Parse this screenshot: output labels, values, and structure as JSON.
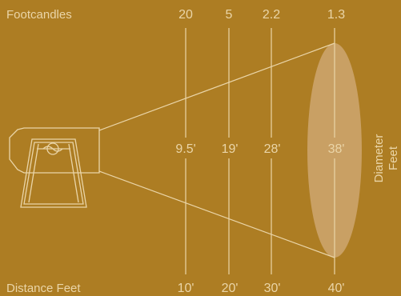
{
  "labels": {
    "footcandles": "Footcandles",
    "distance": "Distance Feet",
    "diameter_line1": "Diameter",
    "diameter_line2": "Feet"
  },
  "footcandles": [
    "20",
    "5",
    "2.2",
    "1.3"
  ],
  "diameters": [
    "9.5'",
    "19'",
    "28'",
    "38'"
  ],
  "distances": [
    "10'",
    "20'",
    "30'",
    "40'"
  ],
  "colors": {
    "background": "#ad7d23",
    "foreground": "#ead5a8",
    "fixture_fill": "#c2954a",
    "beam_ellipse": "#c9a064"
  }
}
